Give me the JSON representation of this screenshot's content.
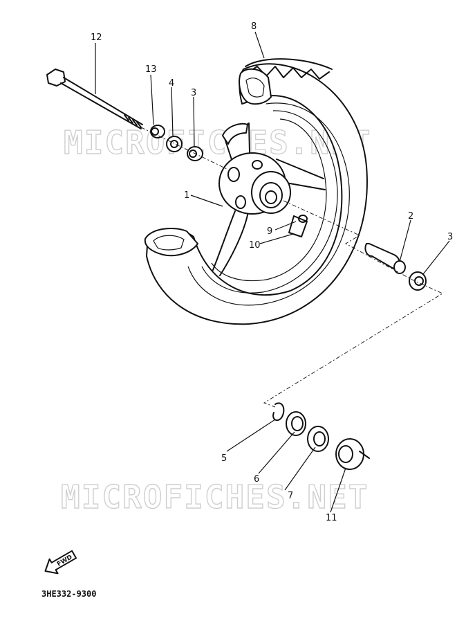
{
  "watermark": "MICROFICHES.NET",
  "diagram_code": "3HE332-9300",
  "forward_label": "FWD",
  "callouts": {
    "c12": "12",
    "c13": "13",
    "c4": "4",
    "c3a": "3",
    "c8": "8",
    "c1": "1",
    "c9": "9",
    "c10": "10",
    "c2": "2",
    "c3b": "3",
    "c5": "5",
    "c6": "6",
    "c7": "7",
    "c11": "11"
  }
}
